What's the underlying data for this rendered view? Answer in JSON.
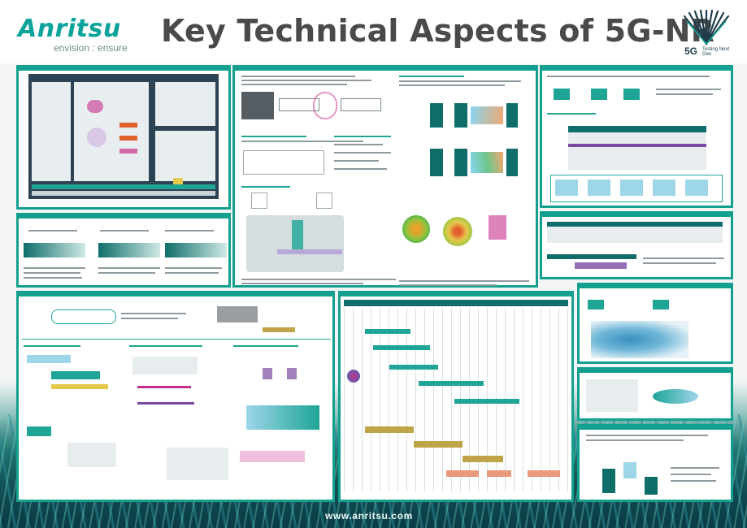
{
  "header": {
    "logo_text": "Anritsu",
    "tagline": "envision : ensure",
    "title": "Key Technical Aspects of 5G-NR",
    "badge_5g": "5G",
    "badge_sub": "Testing Next Gen"
  },
  "footer": {
    "url": "www.anritsu.com"
  },
  "colors": {
    "brand_teal": "#0aa39b",
    "panel_border": "#13a08f",
    "title_grey": "#4a4a4a"
  },
  "icons": {
    "brand_logo": "anritsu-wordmark",
    "badge": "5g-fan-icon"
  }
}
